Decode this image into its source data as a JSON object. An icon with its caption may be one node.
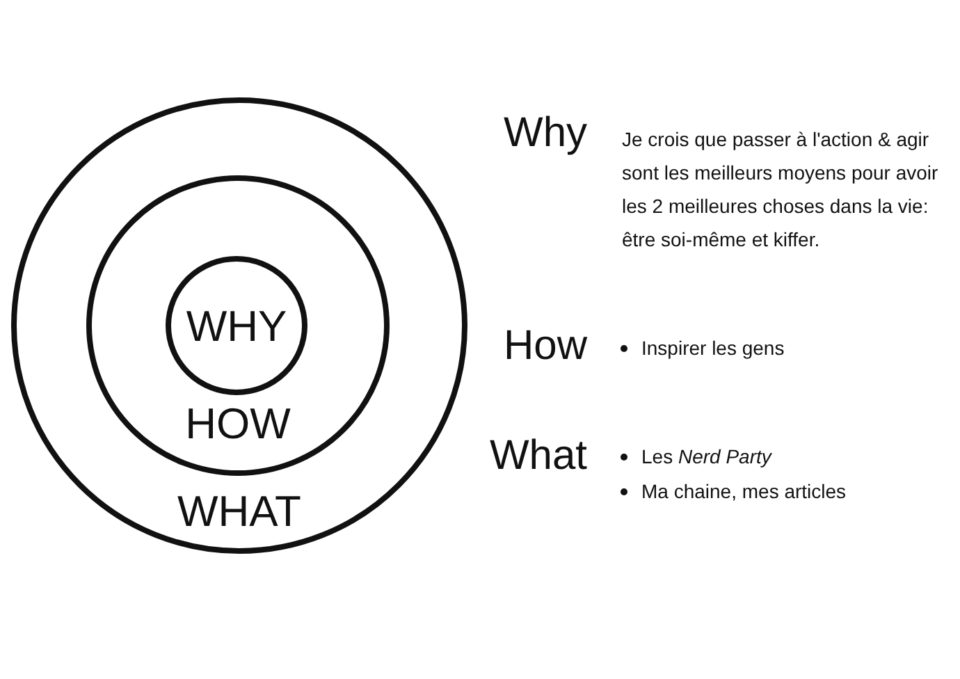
{
  "diagram": {
    "nodes": [
      {
        "text": [
          "WHAT"
        ]
      },
      {
        "text": [
          "HOW"
        ],
        "in": 0
      },
      {
        "text": [
          "WHY"
        ],
        "in": 1
      }
    ],
    "labels": [
      "Why",
      "Je crois que passer à l'action & agir sont les meilleurs moyens pour avoir les 2 meilleures choses dans la vie: être soi-même et kiffer.",
      "How",
      "Inspirer les gens",
      "What",
      "Les *Nerd Party*",
      "Ma chaine, mes articles"
    ]
  }
}
